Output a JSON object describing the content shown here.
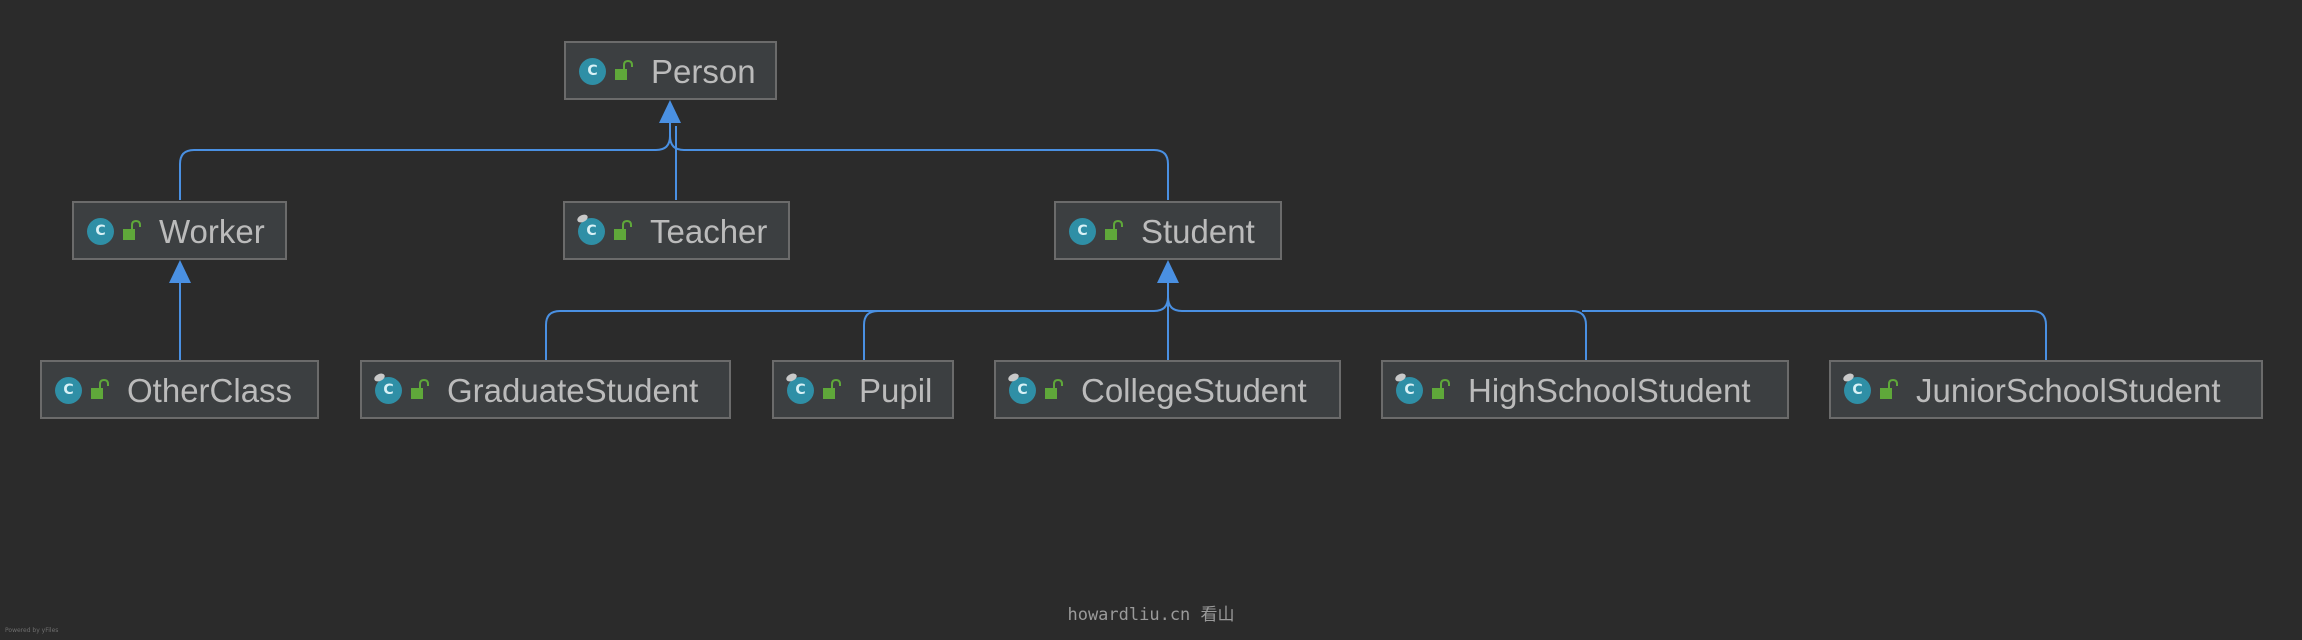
{
  "diagram": {
    "nodes": {
      "person": {
        "icon": "class-icon",
        "icon_letter": "C",
        "visibility": "public-unlock-icon",
        "label": "Person"
      },
      "worker": {
        "icon": "class-icon",
        "icon_letter": "C",
        "visibility": "public-unlock-icon",
        "label": "Worker"
      },
      "teacher": {
        "icon": "abstract-class-icon",
        "icon_letter": "C",
        "visibility": "public-unlock-icon",
        "label": "Teacher"
      },
      "student": {
        "icon": "class-icon",
        "icon_letter": "C",
        "visibility": "public-unlock-icon",
        "label": "Student"
      },
      "otherclass": {
        "icon": "class-icon",
        "icon_letter": "C",
        "visibility": "public-unlock-icon",
        "label": "OtherClass"
      },
      "graduatestudent": {
        "icon": "abstract-class-icon",
        "icon_letter": "C",
        "visibility": "public-unlock-icon",
        "label": "GraduateStudent"
      },
      "pupil": {
        "icon": "abstract-class-icon",
        "icon_letter": "C",
        "visibility": "public-unlock-icon",
        "label": "Pupil"
      },
      "collegestudent": {
        "icon": "abstract-class-icon",
        "icon_letter": "C",
        "visibility": "public-unlock-icon",
        "label": "CollegeStudent"
      },
      "highschoolstudent": {
        "icon": "abstract-class-icon",
        "icon_letter": "C",
        "visibility": "public-unlock-icon",
        "label": "HighSchoolStudent"
      },
      "juniorschoolstudent": {
        "icon": "abstract-class-icon",
        "icon_letter": "C",
        "visibility": "public-unlock-icon",
        "label": "JuniorSchoolStudent"
      }
    },
    "edges": [
      {
        "from": "Worker",
        "to": "Person",
        "type": "extends"
      },
      {
        "from": "Teacher",
        "to": "Person",
        "type": "extends"
      },
      {
        "from": "Student",
        "to": "Person",
        "type": "extends"
      },
      {
        "from": "OtherClass",
        "to": "Worker",
        "type": "extends"
      },
      {
        "from": "GraduateStudent",
        "to": "Student",
        "type": "extends"
      },
      {
        "from": "Pupil",
        "to": "Student",
        "type": "extends"
      },
      {
        "from": "CollegeStudent",
        "to": "Student",
        "type": "extends"
      },
      {
        "from": "HighSchoolStudent",
        "to": "Student",
        "type": "extends"
      },
      {
        "from": "JuniorSchoolStudent",
        "to": "Student",
        "type": "extends"
      }
    ]
  },
  "colors": {
    "background": "#2b2b2b",
    "node_fill": "#3c3f41",
    "node_border": "#6b6b6b",
    "edge": "#4a90e2",
    "class_icon": "#2f8fa6",
    "lock_icon": "#5fa83a",
    "label_text": "#bbbbbb"
  },
  "footer": {
    "watermark": "howardliu.cn 看山",
    "powered_by": "Powered by yFiles"
  }
}
